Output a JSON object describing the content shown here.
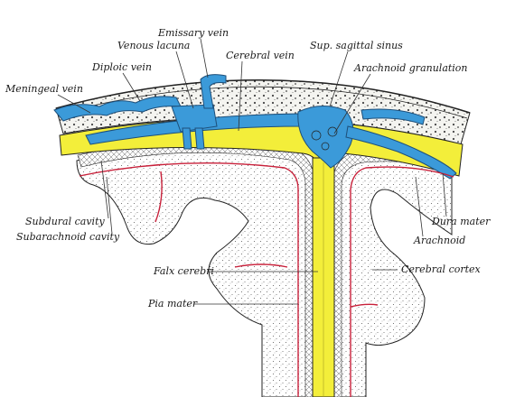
{
  "labels": {
    "emissary_vein": "Emissary vein",
    "venous_lacuna": "Venous lacuna",
    "cerebral_vein": "Cerebral vein",
    "sup_sagittal_sinus": "Sup. sagittal sinus",
    "arachnoid_granulation": "Arachnoid granulation",
    "diploic_vein": "Diploic vein",
    "meningeal_vein": "Meningeal vein",
    "subdural_cavity": "Subdural cavity",
    "subarachnoid_cavity": "Subarachnoid cavity",
    "dura_mater": "Dura mater",
    "arachnoid": "Arachnoid",
    "falx_cerebri": "Falx cerebri",
    "cerebral_cortex": "Cerebral cortex",
    "pia_mater": "Pia mater"
  },
  "colors": {
    "vein_blue": "#3b9ad9",
    "dura_yellow": "#f3ee3a",
    "pia_red": "#c8203a",
    "outline": "#222222",
    "stipple": "#555555"
  }
}
